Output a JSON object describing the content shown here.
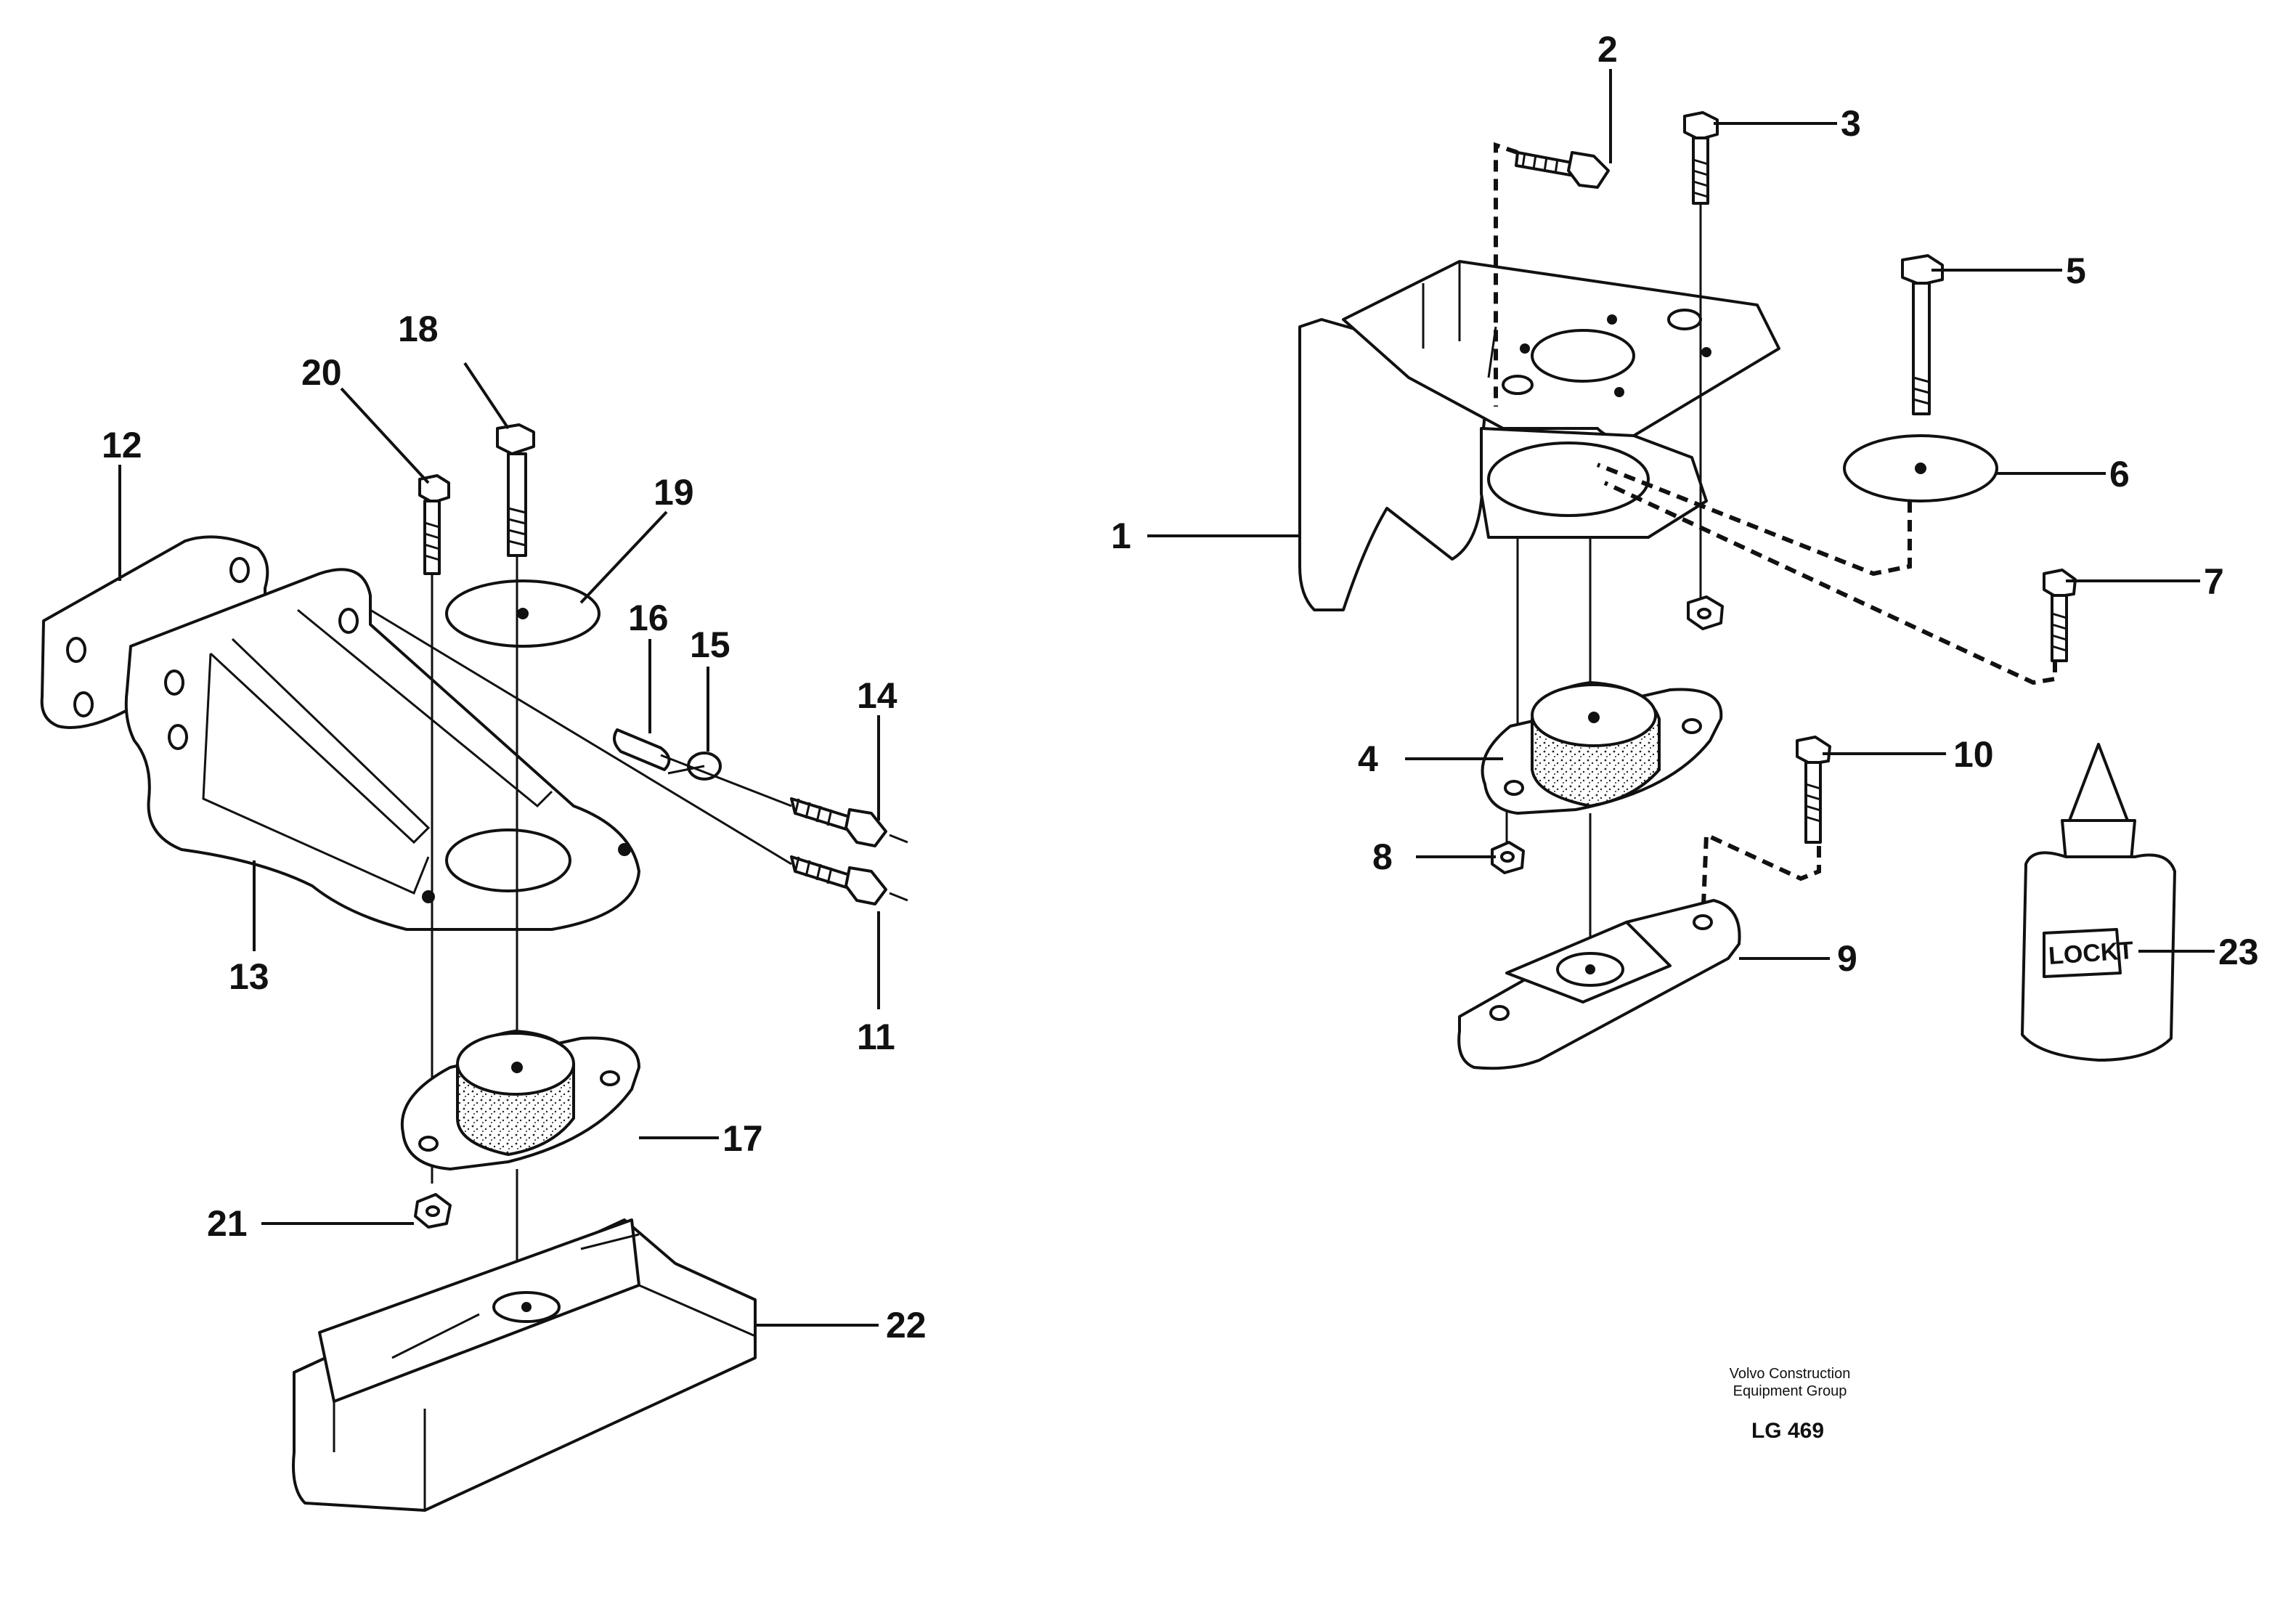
{
  "callouts": {
    "c1": "1",
    "c2": "2",
    "c3": "3",
    "c4": "4",
    "c5": "5",
    "c6": "6",
    "c7": "7",
    "c8": "8",
    "c9": "9",
    "c10": "10",
    "c11": "11",
    "c12": "12",
    "c13": "13",
    "c14": "14",
    "c15": "15",
    "c16": "16",
    "c17": "17",
    "c18": "18",
    "c19": "19",
    "c20": "20",
    "c21": "21",
    "c22": "22",
    "c23": "23"
  },
  "bottle_label": "LOCKT",
  "footer": {
    "company_line1": "Volvo Construction",
    "company_line2": "Equipment Group",
    "drawing_ref": "LG 469"
  }
}
